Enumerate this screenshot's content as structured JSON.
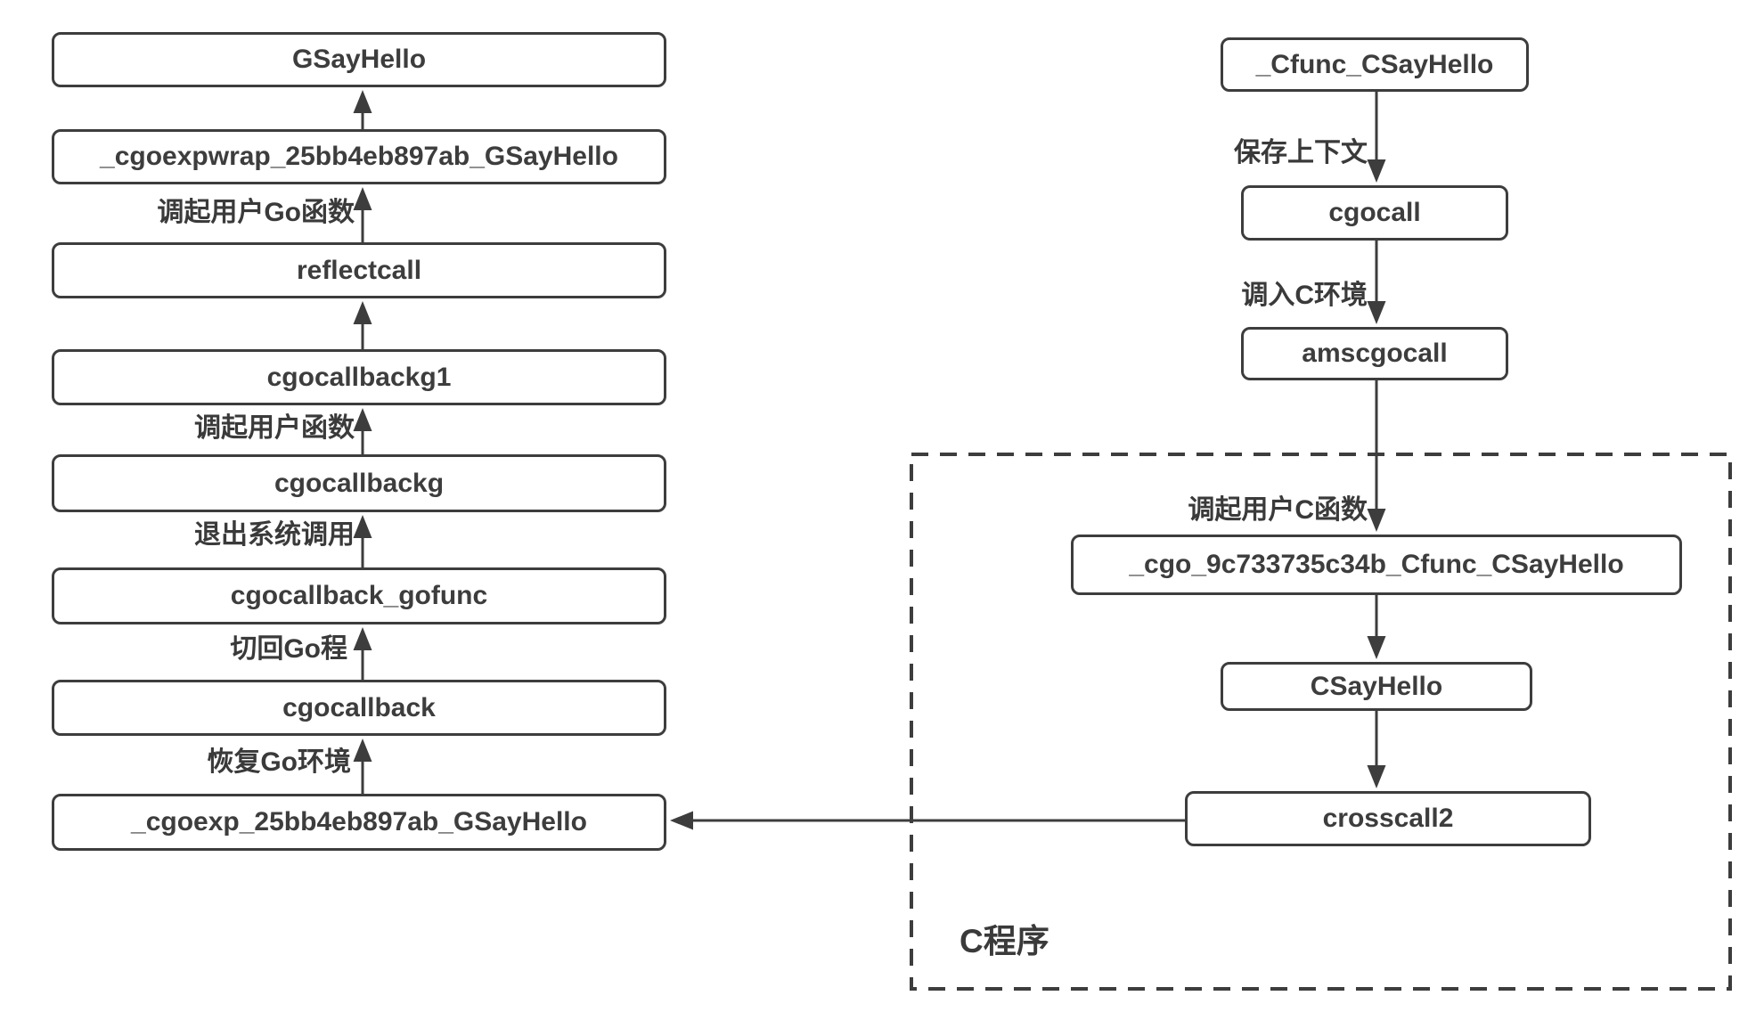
{
  "diagram": {
    "title_hint": "cgo Go/C call chain flowchart",
    "colors": {
      "stroke": "#3d3d3d",
      "background": "#ffffff",
      "text": "#3a3a3a"
    },
    "go_side": {
      "nodes": [
        {
          "label": "GSayHello"
        },
        {
          "label": "_cgoexpwrap_25bb4eb897ab_GSayHello"
        },
        {
          "label": "reflectcall"
        },
        {
          "label": "cgocallbackg1"
        },
        {
          "label": "cgocallbackg"
        },
        {
          "label": "cgocallback_gofunc"
        },
        {
          "label": "cgocallback"
        },
        {
          "label": "_cgoexp_25bb4eb897ab_GSayHello"
        }
      ],
      "edge_labels": [
        {
          "label": "调起用户Go函数"
        },
        {
          "label": "调起用户函数"
        },
        {
          "label": "退出系统调用"
        },
        {
          "label": "切回Go程"
        },
        {
          "label": "恢复Go环境"
        }
      ]
    },
    "c_side": {
      "nodes": [
        {
          "label": "_Cfunc_CSayHello"
        },
        {
          "label": "cgocall"
        },
        {
          "label": "amscgocall"
        },
        {
          "label": "_cgo_9c733735c34b_Cfunc_CSayHello"
        },
        {
          "label": "CSayHello"
        },
        {
          "label": "crosscall2"
        }
      ],
      "edge_labels": [
        {
          "label": "保存上下文"
        },
        {
          "label": "调入C环境"
        },
        {
          "label": "调起用户C函数"
        }
      ],
      "region_label": "C程序"
    }
  }
}
